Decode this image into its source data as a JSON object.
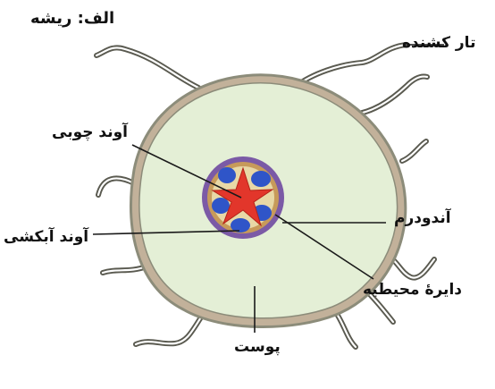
{
  "diagram": {
    "title": "الف: ریشه",
    "labels": {
      "root_hair": "تار کشنده",
      "xylem": "آوند چوبی",
      "endodermis": "آندودرم",
      "phloem": "آوند آبکشی",
      "pericycle": "دایرهٔ محیطیه",
      "cortex": "پوست"
    },
    "colors": {
      "cortex": "#e4efd6",
      "epidermis_outer": "#8c8c7a",
      "epidermis_inner": "#c2b19a",
      "endodermis_ring": "#7b5aa6",
      "pericycle_ring": "#c79a5a",
      "stele": "#e8d8a6",
      "phloem": "#2f55c8",
      "xylem": "#e2362b",
      "root_hair": "#5a5a50",
      "leader_line": "#1a1a1a"
    }
  }
}
